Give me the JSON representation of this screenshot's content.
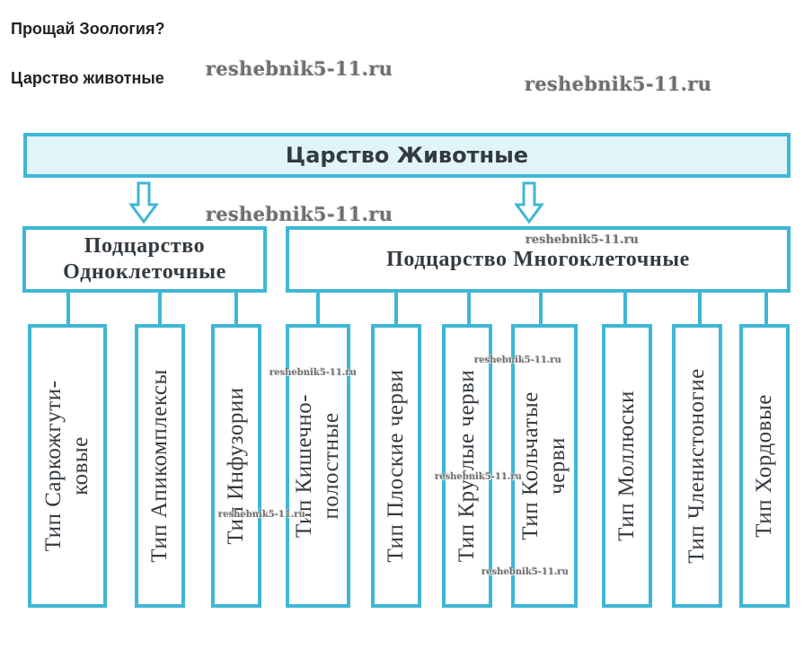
{
  "page": {
    "question": "Прощай Зоология?",
    "kingdom_heading": "Царство животные"
  },
  "diagram": {
    "root": "Царство Животные",
    "subkingdoms": {
      "unicellular": "Подцарство Одноклеточные",
      "multicellular": "Подцарство Многоклеточные"
    },
    "unicellular_types": [
      {
        "line1": "Тип Саркожгути-",
        "line2": "ковые"
      },
      {
        "line1": "Тип Апикомплексы",
        "line2": ""
      },
      {
        "line1": "Тип Инфузории",
        "line2": ""
      }
    ],
    "multicellular_types": [
      {
        "line1": "Тип Кишечно-",
        "line2": "полостные"
      },
      {
        "line1": "Тип Плоские черви",
        "line2": ""
      },
      {
        "line1": "Тип Круглые черви",
        "line2": ""
      },
      {
        "line1": "Тип Кольчатые",
        "line2": "черви"
      },
      {
        "line1": "Тип Моллюски",
        "line2": ""
      },
      {
        "line1": "Тип Членистоногие",
        "line2": ""
      },
      {
        "line1": "Тип Хордовые",
        "line2": ""
      }
    ]
  },
  "watermark": "reshebnik5-11.ru",
  "colors": {
    "border": "#3fb7d6",
    "root_fill": "#e1f4fa",
    "text": "#333a40"
  }
}
